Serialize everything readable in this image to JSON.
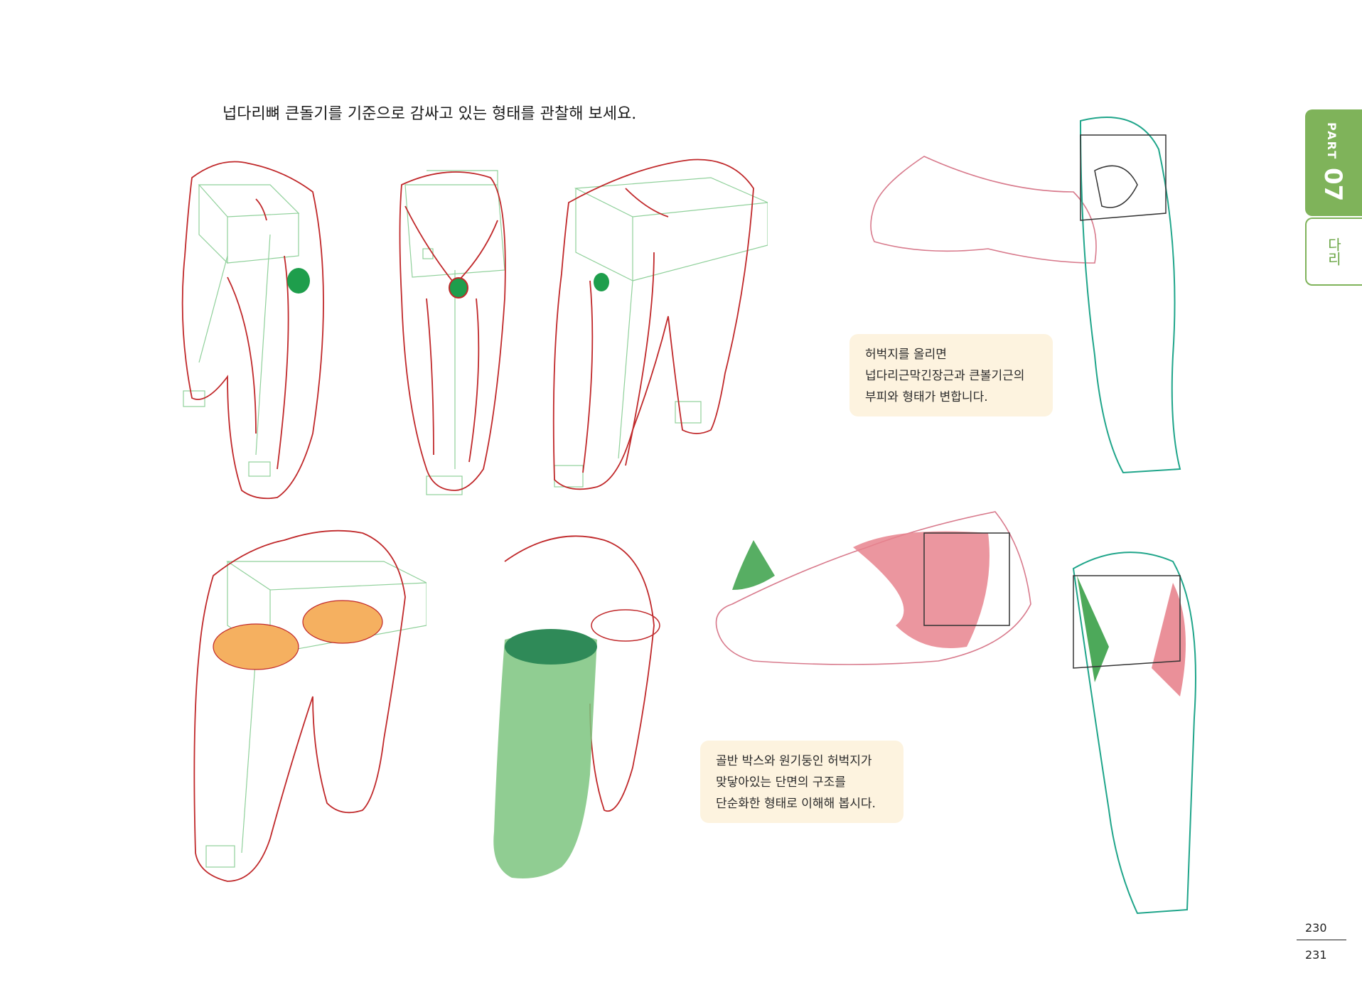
{
  "heading": "넙다리뼈 큰돌기를 기준으로 감싸고 있는 형태를 관찰해 보세요.",
  "tab": {
    "part_label": "PART",
    "part_number": "07",
    "section": "다리"
  },
  "bubbles": [
    {
      "lines": [
        "허벅지를 올리면",
        "넙다리근막긴장근과 큰볼기근의",
        "부피와 형태가 변합니다."
      ]
    },
    {
      "lines": [
        "골반 박스와 원기둥인 허벅지가",
        "맞닿아있는 단면의 구조를",
        "단순화한 형태로 이해해 봅시다."
      ]
    }
  ],
  "page_numbers": {
    "left": "230",
    "right": "231"
  },
  "colors": {
    "tab_green": "#7fb35a",
    "bubble_bg": "#fdf3df",
    "outline_red": "#c0282a",
    "guide_green": "#5db36a",
    "teal": "#1fa58a",
    "orange": "#f5b060",
    "pink": "#e8848e"
  }
}
